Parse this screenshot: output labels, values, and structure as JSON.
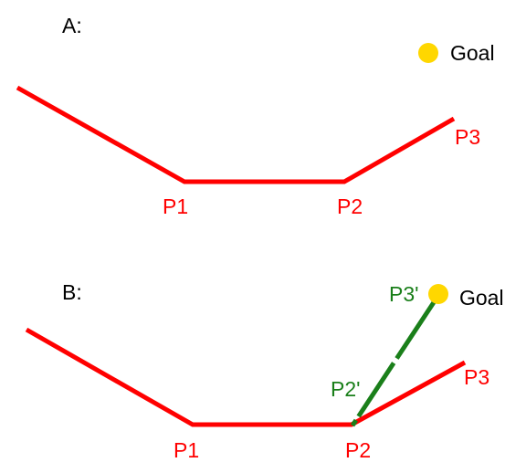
{
  "colors": {
    "arm": "#ff0000",
    "goal": "#ffd700",
    "target_arm": "#1a7f1a",
    "text": "#000000"
  },
  "panel_a": {
    "label": "A:",
    "p1": "P1",
    "p2": "P2",
    "p3": "P3",
    "goal": "Goal"
  },
  "panel_b": {
    "label": "B:",
    "p1": "P1",
    "p2": "P2",
    "p3": "P3",
    "p2_prime": "P2'",
    "p3_prime": "P3'",
    "goal": "Goal"
  }
}
